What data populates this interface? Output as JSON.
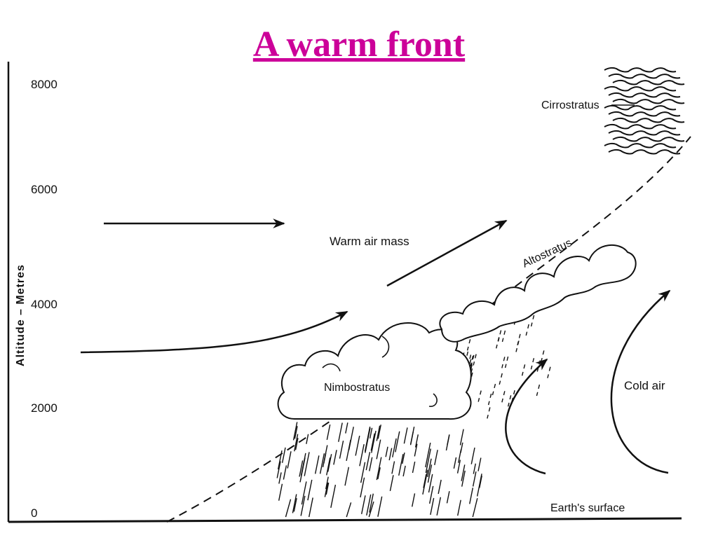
{
  "title": "A warm front",
  "colors": {
    "title": "#cc0099",
    "ink": "#111111",
    "background": "#ffffff"
  },
  "axis": {
    "label": "Altitude – Metres",
    "ticks": [
      "8000",
      "6000",
      "4000",
      "2000",
      "0"
    ]
  },
  "labels": {
    "warm_air": "Warm air mass",
    "cold_air": "Cold air",
    "cirrostratus": "Cirrostratus",
    "altostratus": "Altostratus",
    "nimbostratus": "Nimbostratus",
    "surface": "Earth's surface"
  }
}
